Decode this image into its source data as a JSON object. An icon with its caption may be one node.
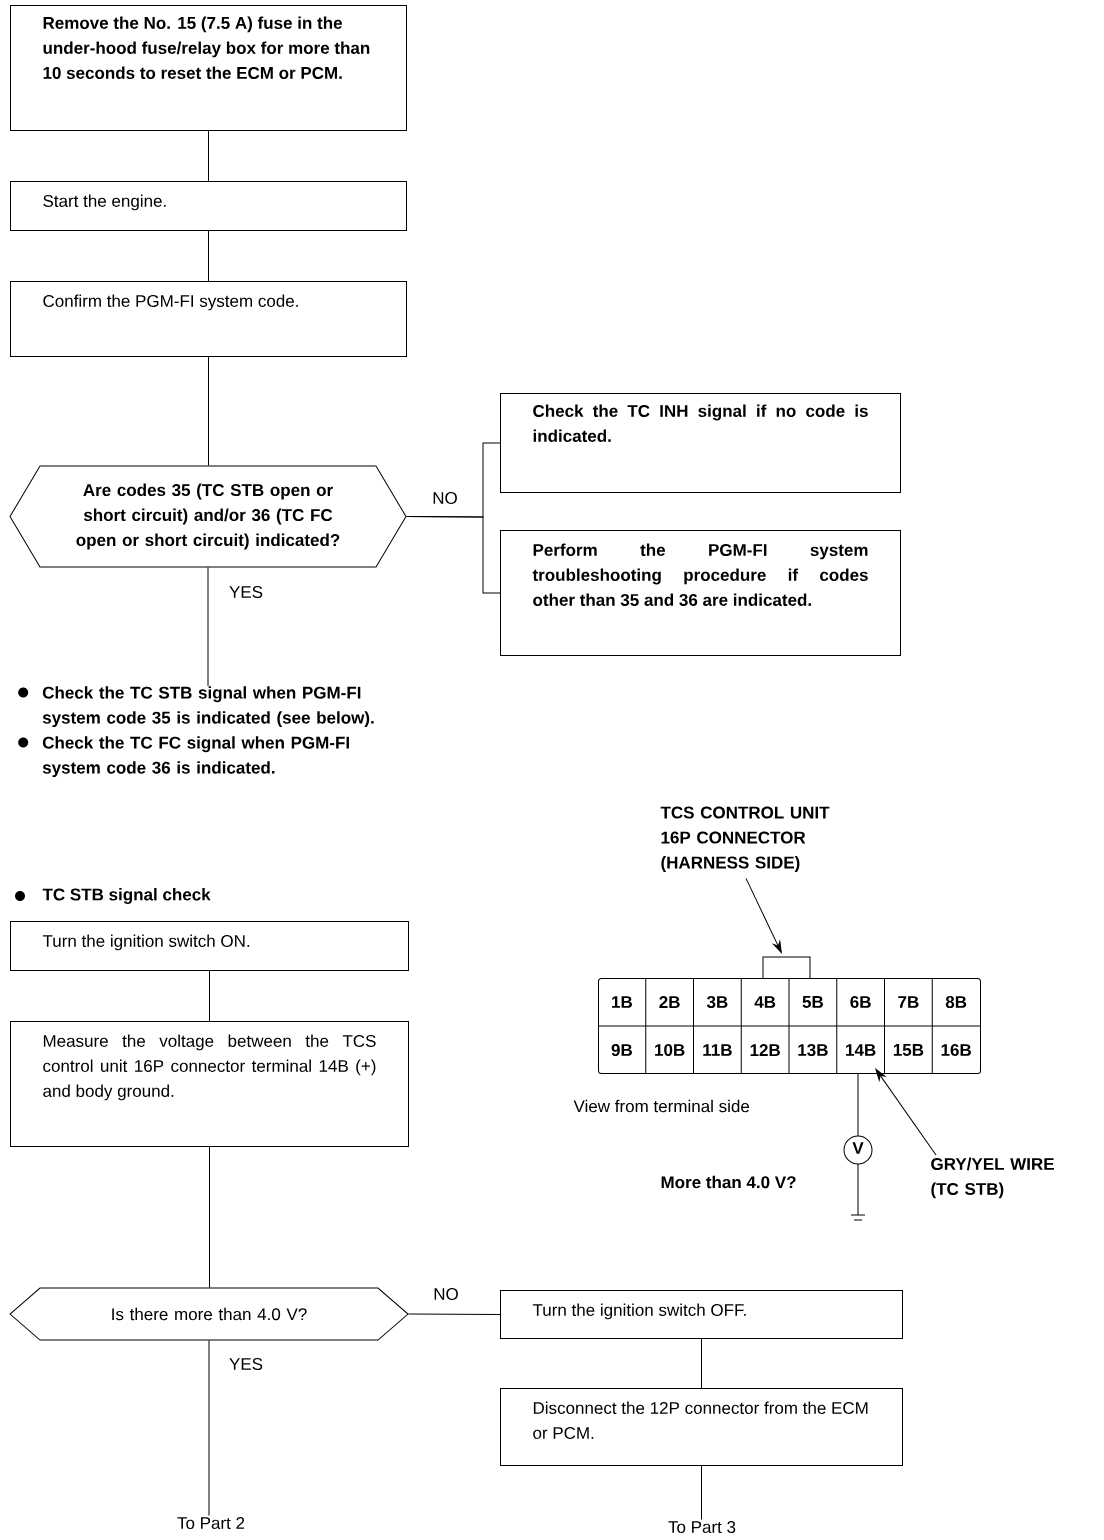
{
  "diagram": {
    "nodes": [
      {
        "text": [
          "Remove the No. 15 (7.5 A) fuse in the under-hood fuse/relay box for more than 10 seconds to reset the ECM or PCM."
        ]
      },
      {
        "text": [
          "Start the engine."
        ]
      },
      {
        "text": [
          "Confirm the PGM-FI system code."
        ]
      },
      {
        "text": [
          "Are codes 35 (TC STB open or short circuit) and/or 36 (TC FC open or short circuit) indicated?"
        ]
      },
      {
        "text": [
          "Check the TC INH signal if no code is indicated."
        ]
      },
      {
        "text": [
          "Perform the PGM-FI system troubleshooting procedure if codes other than 35 and 36 are indicated."
        ]
      },
      {
        "text": [
          "Check the TC STB signal when PGM-FI system code 35 is indicated (see below).",
          "Check the TC FC signal when PGM-FI system code 36 is indicated."
        ]
      },
      {
        "text": [
          "Turn the ignition switch ON."
        ]
      },
      {
        "text": [
          "Measure the voltage between the TCS control unit 16P connector terminal 14B (+) and body ground."
        ]
      },
      {
        "text": [
          "Is there more than 4.0 V?"
        ]
      },
      {
        "text": [
          "Turn the ignition switch OFF."
        ]
      },
      {
        "text": [
          "Disconnect the 12P connector from the ECM or PCM."
        ]
      },
      {
        "text": [
          "To Part 2"
        ]
      },
      {
        "text": [
          "To Part 3"
        ]
      },
      {
        "text": [
          "TCS CONTROL UNIT 16P CONNECTOR (HARNESS SIDE)"
        ]
      },
      {
        "text": [],
        "shape": "box"
      },
      {
        "text": [
          "GRY/YEL WIRE (TC STB)"
        ]
      }
    ],
    "edges": [
      {
        "from": 0,
        "to": 1,
        "arrow": "none"
      },
      {
        "from": 1,
        "to": 2,
        "arrow": "none"
      },
      {
        "from": 2,
        "to": 3,
        "arrow": "none"
      },
      {
        "from": 3,
        "to": 4,
        "arrow": "none",
        "label": "NO"
      },
      {
        "from": 3,
        "to": 5,
        "arrow": "none"
      },
      {
        "from": 3,
        "to": 6,
        "arrow": "none",
        "label": "YES"
      },
      {
        "from": 7,
        "to": 8,
        "arrow": "none"
      },
      {
        "from": 8,
        "to": 9,
        "arrow": "none"
      },
      {
        "from": 9,
        "to": 10,
        "arrow": "none",
        "label": "NO"
      },
      {
        "from": 10,
        "to": 11,
        "arrow": "none"
      },
      {
        "from": 9,
        "to": 12,
        "arrow": "none",
        "label": "YES"
      },
      {
        "from": 11,
        "to": 13,
        "arrow": "none"
      },
      {
        "from": 14,
        "to": 15,
        "arrow": "to"
      },
      {
        "from": 16,
        "to": 15,
        "arrow": "to"
      }
    ],
    "labels": [
      "TC STB signal check",
      "1B",
      "2B",
      "3B",
      "4B",
      "5B",
      "6B",
      "7B",
      "8B",
      "9B",
      "10B",
      "11B",
      "12B",
      "13B",
      "14B",
      "15B",
      "16B",
      "View from terminal side",
      "V",
      "More than 4.0 V?"
    ]
  }
}
